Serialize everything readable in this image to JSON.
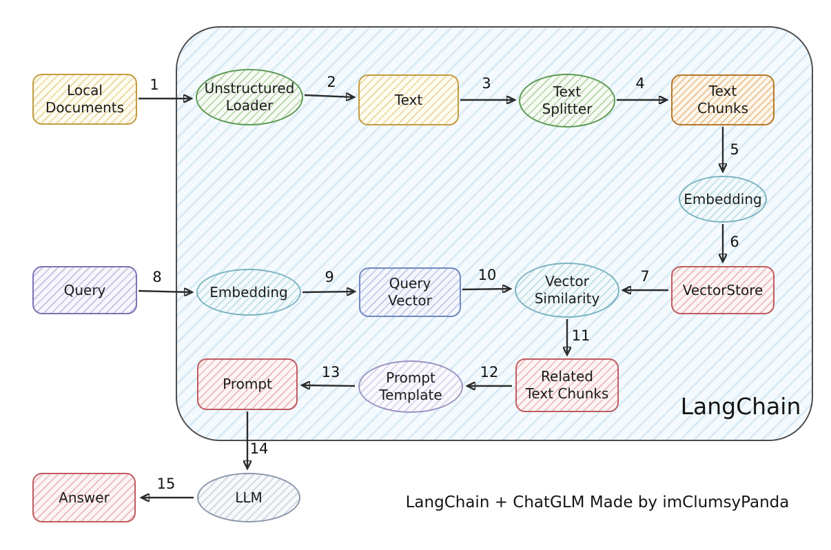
{
  "diagram": {
    "container_label": "LangChain",
    "caption": "LangChain + ChatGLM Made by imClumsyPanda"
  },
  "nodes": [
    {
      "id": "local-documents",
      "shape": "rect",
      "color": "#c49b3f",
      "label": "Local\nDocuments"
    },
    {
      "id": "unstructured-loader",
      "shape": "ellipse",
      "color": "#5d9953",
      "label": "Unstructured\nLoader"
    },
    {
      "id": "text",
      "shape": "rect",
      "color": "#c49b3f",
      "label": "Text"
    },
    {
      "id": "text-splitter",
      "shape": "ellipse",
      "color": "#5d9953",
      "label": "Text\nSplitter"
    },
    {
      "id": "text-chunks",
      "shape": "rect",
      "color": "#b8762a",
      "label": "Text\nChunks"
    },
    {
      "id": "embedding-docs",
      "shape": "ellipse",
      "color": "#7ab3bf",
      "label": "Embedding"
    },
    {
      "id": "vectorstore",
      "shape": "rect",
      "color": "#bf5a5e",
      "label": "VectorStore"
    },
    {
      "id": "query",
      "shape": "rect",
      "color": "#7a72b5",
      "label": "Query"
    },
    {
      "id": "embedding-query",
      "shape": "ellipse",
      "color": "#7ab3bf",
      "label": "Embedding"
    },
    {
      "id": "query-vector",
      "shape": "rect",
      "color": "#6f86c2",
      "label": "Query\nVector"
    },
    {
      "id": "vector-similarity",
      "shape": "ellipse",
      "color": "#7ab3bf",
      "label": "Vector\nSimilarity"
    },
    {
      "id": "related-text-chunks",
      "shape": "rect",
      "color": "#bf5a5e",
      "label": "Related\nText Chunks"
    },
    {
      "id": "prompt-template",
      "shape": "ellipse",
      "color": "#9a94c2",
      "label": "Prompt\nTemplate"
    },
    {
      "id": "prompt",
      "shape": "rect",
      "color": "#bf5a5e",
      "label": "Prompt"
    },
    {
      "id": "llm",
      "shape": "ellipse",
      "color": "#8a97ab",
      "label": "LLM"
    },
    {
      "id": "answer",
      "shape": "rect",
      "color": "#bf5a5e",
      "label": "Answer"
    }
  ],
  "edges": [
    {
      "label": "1",
      "from": "local-documents",
      "to": "unstructured-loader"
    },
    {
      "label": "2",
      "from": "unstructured-loader",
      "to": "text"
    },
    {
      "label": "3",
      "from": "text",
      "to": "text-splitter"
    },
    {
      "label": "4",
      "from": "text-splitter",
      "to": "text-chunks"
    },
    {
      "label": "5",
      "from": "text-chunks",
      "to": "embedding-docs"
    },
    {
      "label": "6",
      "from": "embedding-docs",
      "to": "vectorstore"
    },
    {
      "label": "7",
      "from": "vectorstore",
      "to": "vector-similarity"
    },
    {
      "label": "8",
      "from": "query",
      "to": "embedding-query"
    },
    {
      "label": "9",
      "from": "embedding-query",
      "to": "query-vector"
    },
    {
      "label": "10",
      "from": "query-vector",
      "to": "vector-similarity"
    },
    {
      "label": "11",
      "from": "vector-similarity",
      "to": "related-text-chunks"
    },
    {
      "label": "12",
      "from": "related-text-chunks",
      "to": "prompt-template"
    },
    {
      "label": "13",
      "from": "prompt-template",
      "to": "prompt"
    },
    {
      "label": "14",
      "from": "prompt",
      "to": "llm"
    },
    {
      "label": "15",
      "from": "llm",
      "to": "answer"
    }
  ]
}
